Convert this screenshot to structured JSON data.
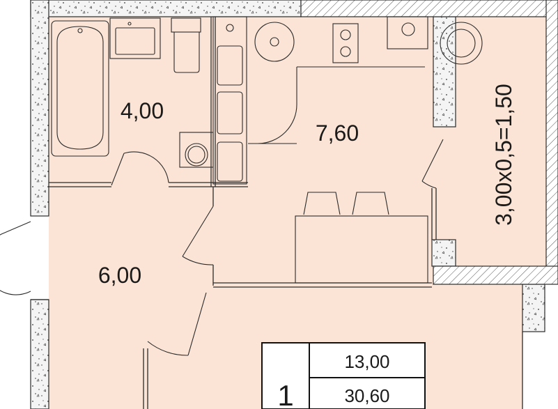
{
  "rooms": {
    "bathroom_area": "4,00",
    "kitchen_area": "7,60",
    "hall_area": "6,00",
    "balcony_area": "3,00x0,5=1,50"
  },
  "summary": {
    "room_count": "1",
    "living_area": "13,00",
    "total_area": "30,60"
  },
  "colors": {
    "floor": "#fbe4d5",
    "wall_fill": "#f4f4f4",
    "line": "#2a2a2a"
  }
}
